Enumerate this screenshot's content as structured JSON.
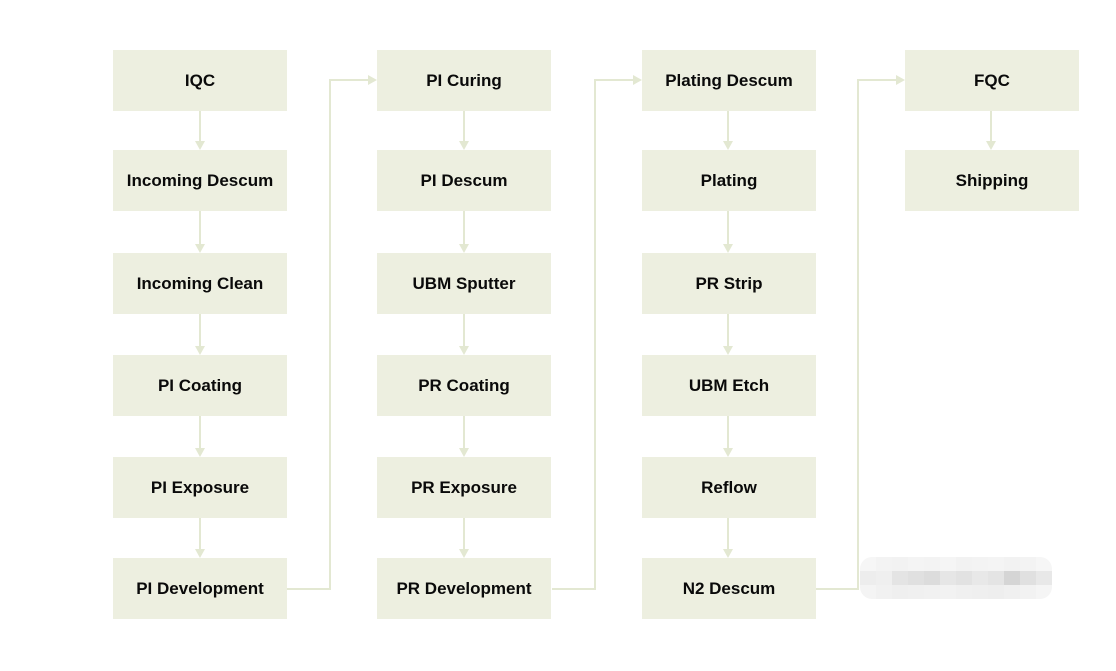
{
  "colors": {
    "background": "#ffffff",
    "box_fill": "#edefe0",
    "box_text": "#0a0a0a",
    "connector": "#e3e8d2"
  },
  "flow": {
    "columns": [
      {
        "steps": [
          "IQC",
          "Incoming Descum",
          "Incoming Clean",
          "PI Coating",
          "PI Exposure",
          "PI Development"
        ]
      },
      {
        "steps": [
          "PI Curing",
          "PI Descum",
          "UBM Sputter",
          "PR Coating",
          "PR Exposure",
          "PR Development"
        ]
      },
      {
        "steps": [
          "Plating Descum",
          "Plating",
          "PR Strip",
          "UBM Etch",
          "Reflow",
          "N2 Descum"
        ]
      },
      {
        "steps": [
          "FQC",
          "Shipping"
        ]
      }
    ]
  },
  "watermark": {
    "rows": 3,
    "cols": 12,
    "shades": [
      "#f6f6f6",
      "#f3f3f3",
      "#f2f2f2",
      "#f4f4f4",
      "#f3f3f3",
      "#f5f5f5",
      "#f2f2f2",
      "#f3f3f3",
      "#f4f4f4",
      "#f2f2f2",
      "#f3f3f3",
      "#f6f6f6",
      "#ededed",
      "#efefef",
      "#e4e4e4",
      "#e0e0e0",
      "#dcdcdc",
      "#e6e6e6",
      "#e2e2e2",
      "#e8e8e8",
      "#e4e4e4",
      "#d5d5d5",
      "#e0e0e0",
      "#e8e8e8",
      "#f4f4f4",
      "#f1f1f1",
      "#efefef",
      "#f0f0f0",
      "#f1f1f1",
      "#f2f2f2",
      "#f0f0f0",
      "#efefef",
      "#eeeeee",
      "#f0f0f0",
      "#f2f2f2",
      "#f5f5f5"
    ]
  }
}
